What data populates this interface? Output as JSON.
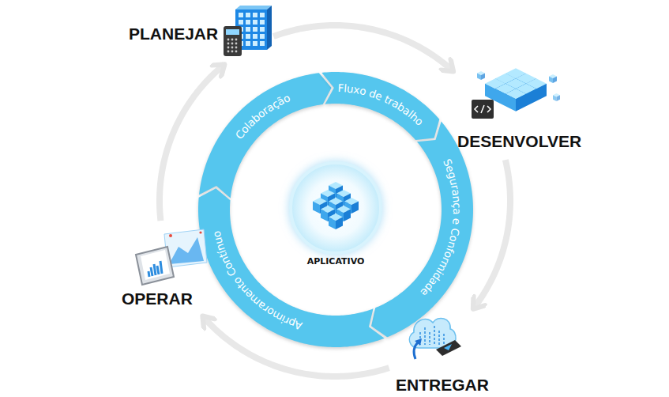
{
  "diagram": {
    "nodes": [
      {
        "text": [
          "PLANEJAR"
        ]
      },
      {
        "text": [
          "DESENVOLVER"
        ]
      },
      {
        "text": [
          "ENTREGAR"
        ]
      },
      {
        "text": [
          "OPERAR"
        ]
      },
      {
        "text": [
          "Colaboração"
        ]
      },
      {
        "text": [
          "Fluxo de trabalho"
        ]
      },
      {
        "text": [
          "Segurança e Conformidade"
        ]
      },
      {
        "text": [
          "Aprimoramento Contínuo"
        ]
      },
      {
        "text": [
          "APLICATIVO"
        ]
      }
    ],
    "edges": [
      {
        "from": 0,
        "to": 1,
        "arrow": "to"
      },
      {
        "from": 1,
        "to": 2,
        "arrow": "to"
      },
      {
        "from": 2,
        "to": 3,
        "arrow": "to"
      },
      {
        "from": 3,
        "to": 0,
        "arrow": "to"
      }
    ]
  }
}
